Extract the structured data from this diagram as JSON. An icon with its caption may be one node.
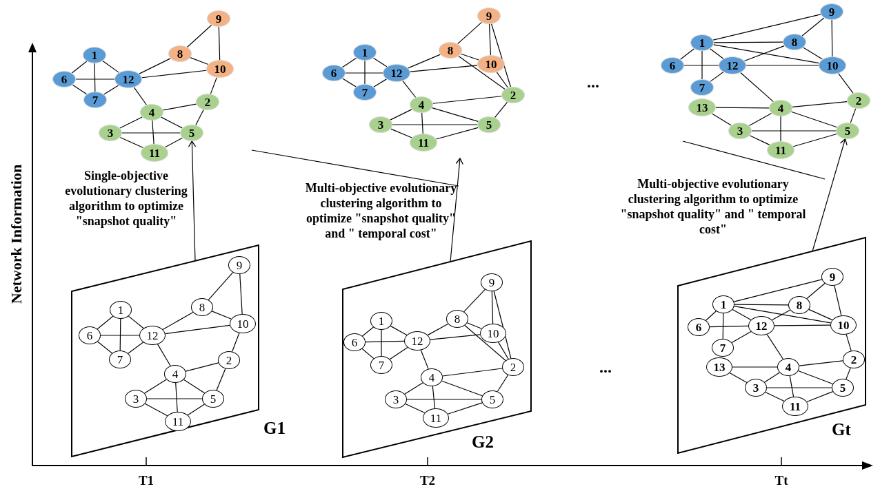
{
  "diagram": {
    "nodes": [
      {
        "text": [
          "1"
        ]
      },
      {
        "text": [
          "2"
        ]
      },
      {
        "text": [
          "3"
        ]
      },
      {
        "text": [
          "4"
        ]
      },
      {
        "text": [
          "5"
        ]
      },
      {
        "text": [
          "6"
        ]
      },
      {
        "text": [
          "7"
        ]
      },
      {
        "text": [
          "8"
        ]
      },
      {
        "text": [
          "9"
        ]
      },
      {
        "text": [
          "10"
        ]
      },
      {
        "text": [
          "11"
        ]
      },
      {
        "text": [
          "12"
        ]
      },
      {
        "text": [
          "1"
        ]
      },
      {
        "text": [
          "2"
        ]
      },
      {
        "text": [
          "3"
        ]
      },
      {
        "text": [
          "4"
        ]
      },
      {
        "text": [
          "5"
        ]
      },
      {
        "text": [
          "6"
        ]
      },
      {
        "text": [
          "7"
        ]
      },
      {
        "text": [
          "8"
        ]
      },
      {
        "text": [
          "9"
        ]
      },
      {
        "text": [
          "10"
        ]
      },
      {
        "text": [
          "11"
        ]
      },
      {
        "text": [
          "12"
        ]
      },
      {
        "text": [
          "1"
        ]
      },
      {
        "text": [
          "2"
        ]
      },
      {
        "text": [
          "3"
        ]
      },
      {
        "text": [
          "4"
        ]
      },
      {
        "text": [
          "5"
        ]
      },
      {
        "text": [
          "6"
        ]
      },
      {
        "text": [
          "7"
        ]
      },
      {
        "text": [
          "8"
        ]
      },
      {
        "text": [
          "9"
        ]
      },
      {
        "text": [
          "10"
        ]
      },
      {
        "text": [
          "11"
        ]
      },
      {
        "text": [
          "12"
        ]
      },
      {
        "text": [
          "13"
        ]
      },
      {
        "text": [
          "G1"
        ]
      },
      {
        "text": [
          "1"
        ],
        "in": 37
      },
      {
        "text": [
          "2"
        ],
        "in": 37
      },
      {
        "text": [
          "3"
        ],
        "in": 37
      },
      {
        "text": [
          "4"
        ],
        "in": 37
      },
      {
        "text": [
          "5"
        ],
        "in": 37
      },
      {
        "text": [
          "6"
        ],
        "in": 37
      },
      {
        "text": [
          "7"
        ],
        "in": 37
      },
      {
        "text": [
          "8"
        ],
        "in": 37
      },
      {
        "text": [
          "9"
        ],
        "in": 37
      },
      {
        "text": [
          "10"
        ],
        "in": 37
      },
      {
        "text": [
          "11"
        ],
        "in": 37
      },
      {
        "text": [
          "12"
        ],
        "in": 37
      },
      {
        "text": [
          "G2"
        ]
      },
      {
        "text": [
          "1"
        ],
        "in": 50
      },
      {
        "text": [
          "2"
        ],
        "in": 50
      },
      {
        "text": [
          "3"
        ],
        "in": 50
      },
      {
        "text": [
          "4"
        ],
        "in": 50
      },
      {
        "text": [
          "5"
        ],
        "in": 50
      },
      {
        "text": [
          "6"
        ],
        "in": 50
      },
      {
        "text": [
          "7"
        ],
        "in": 50
      },
      {
        "text": [
          "8"
        ],
        "in": 50
      },
      {
        "text": [
          "9"
        ],
        "in": 50
      },
      {
        "text": [
          "10"
        ],
        "in": 50
      },
      {
        "text": [
          "11"
        ],
        "in": 50
      },
      {
        "text": [
          "12"
        ],
        "in": 50
      },
      {
        "text": [
          "Gt"
        ]
      },
      {
        "text": [
          "1"
        ],
        "in": 63
      },
      {
        "text": [
          "2"
        ],
        "in": 63
      },
      {
        "text": [
          "3"
        ],
        "in": 63
      },
      {
        "text": [
          "4"
        ],
        "in": 63
      },
      {
        "text": [
          "5"
        ],
        "in": 63
      },
      {
        "text": [
          "6"
        ],
        "in": 63
      },
      {
        "text": [
          "7"
        ],
        "in": 63
      },
      {
        "text": [
          "8"
        ],
        "in": 63
      },
      {
        "text": [
          "9"
        ],
        "in": 63
      },
      {
        "text": [
          "10"
        ],
        "in": 63
      },
      {
        "text": [
          "11"
        ],
        "in": 63
      },
      {
        "text": [
          "12"
        ],
        "in": 63
      },
      {
        "text": [
          "13"
        ],
        "in": 63
      }
    ],
    "edges": [
      {
        "from": 0,
        "to": 5,
        "arrow": "none"
      },
      {
        "from": 0,
        "to": 6,
        "arrow": "none"
      },
      {
        "from": 0,
        "to": 11,
        "arrow": "none"
      },
      {
        "from": 5,
        "to": 6,
        "arrow": "none"
      },
      {
        "from": 5,
        "to": 11,
        "arrow": "none"
      },
      {
        "from": 6,
        "to": 11,
        "arrow": "none"
      },
      {
        "from": 11,
        "to": 7,
        "arrow": "none"
      },
      {
        "from": 11,
        "to": 9,
        "arrow": "none"
      },
      {
        "from": 11,
        "to": 3,
        "arrow": "none"
      },
      {
        "from": 7,
        "to": 8,
        "arrow": "none"
      },
      {
        "from": 7,
        "to": 9,
        "arrow": "none"
      },
      {
        "from": 8,
        "to": 9,
        "arrow": "none"
      },
      {
        "from": 9,
        "to": 1,
        "arrow": "none"
      },
      {
        "from": 1,
        "to": 3,
        "arrow": "none"
      },
      {
        "from": 1,
        "to": 4,
        "arrow": "none"
      },
      {
        "from": 3,
        "to": 2,
        "arrow": "none"
      },
      {
        "from": 3,
        "to": 4,
        "arrow": "none"
      },
      {
        "from": 3,
        "to": 10,
        "arrow": "none"
      },
      {
        "from": 2,
        "to": 4,
        "arrow": "none"
      },
      {
        "from": 2,
        "to": 10,
        "arrow": "none"
      },
      {
        "from": 4,
        "to": 10,
        "arrow": "none"
      },
      {
        "from": 12,
        "to": 17,
        "arrow": "none"
      },
      {
        "from": 12,
        "to": 18,
        "arrow": "none"
      },
      {
        "from": 12,
        "to": 23,
        "arrow": "none"
      },
      {
        "from": 17,
        "to": 18,
        "arrow": "none"
      },
      {
        "from": 17,
        "to": 23,
        "arrow": "none"
      },
      {
        "from": 18,
        "to": 23,
        "arrow": "none"
      },
      {
        "from": 23,
        "to": 19,
        "arrow": "none"
      },
      {
        "from": 23,
        "to": 21,
        "arrow": "none"
      },
      {
        "from": 23,
        "to": 15,
        "arrow": "none"
      },
      {
        "from": 19,
        "to": 20,
        "arrow": "none"
      },
      {
        "from": 19,
        "to": 21,
        "arrow": "none"
      },
      {
        "from": 20,
        "to": 21,
        "arrow": "none"
      },
      {
        "from": 19,
        "to": 13,
        "arrow": "none"
      },
      {
        "from": 21,
        "to": 13,
        "arrow": "none"
      },
      {
        "from": 20,
        "to": 13,
        "arrow": "none"
      },
      {
        "from": 13,
        "to": 15,
        "arrow": "none"
      },
      {
        "from": 13,
        "to": 16,
        "arrow": "none"
      },
      {
        "from": 15,
        "to": 14,
        "arrow": "none"
      },
      {
        "from": 15,
        "to": 16,
        "arrow": "none"
      },
      {
        "from": 15,
        "to": 22,
        "arrow": "none"
      },
      {
        "from": 14,
        "to": 16,
        "arrow": "none"
      },
      {
        "from": 14,
        "to": 22,
        "arrow": "none"
      },
      {
        "from": 16,
        "to": 22,
        "arrow": "none"
      },
      {
        "from": 24,
        "to": 32,
        "arrow": "none"
      },
      {
        "from": 24,
        "to": 31,
        "arrow": "none"
      },
      {
        "from": 24,
        "to": 33,
        "arrow": "none"
      },
      {
        "from": 24,
        "to": 35,
        "arrow": "none"
      },
      {
        "from": 24,
        "to": 29,
        "arrow": "none"
      },
      {
        "from": 24,
        "to": 30,
        "arrow": "none"
      },
      {
        "from": 29,
        "to": 35,
        "arrow": "none"
      },
      {
        "from": 30,
        "to": 35,
        "arrow": "none"
      },
      {
        "from": 31,
        "to": 32,
        "arrow": "none"
      },
      {
        "from": 31,
        "to": 35,
        "arrow": "none"
      },
      {
        "from": 31,
        "to": 33,
        "arrow": "none"
      },
      {
        "from": 32,
        "to": 33,
        "arrow": "none"
      },
      {
        "from": 35,
        "to": 33,
        "arrow": "none"
      },
      {
        "from": 35,
        "to": 27,
        "arrow": "none"
      },
      {
        "from": 33,
        "to": 25,
        "arrow": "none"
      },
      {
        "from": 25,
        "to": 27,
        "arrow": "none"
      },
      {
        "from": 25,
        "to": 28,
        "arrow": "none"
      },
      {
        "from": 36,
        "to": 27,
        "arrow": "none"
      },
      {
        "from": 36,
        "to": 26,
        "arrow": "none"
      },
      {
        "from": 27,
        "to": 26,
        "arrow": "none"
      },
      {
        "from": 27,
        "to": 28,
        "arrow": "none"
      },
      {
        "from": 27,
        "to": 34,
        "arrow": "none"
      },
      {
        "from": 26,
        "to": 28,
        "arrow": "none"
      },
      {
        "from": 26,
        "to": 34,
        "arrow": "none"
      },
      {
        "from": 28,
        "to": 34,
        "arrow": "none"
      },
      {
        "from": 37,
        "to": 4,
        "arrow": "to"
      },
      {
        "from": 38,
        "to": 43,
        "arrow": "none"
      },
      {
        "from": 38,
        "to": 44,
        "arrow": "none"
      },
      {
        "from": 38,
        "to": 49,
        "arrow": "none"
      },
      {
        "from": 43,
        "to": 44,
        "arrow": "none"
      },
      {
        "from": 43,
        "to": 49,
        "arrow": "none"
      },
      {
        "from": 44,
        "to": 49,
        "arrow": "none"
      },
      {
        "from": 49,
        "to": 45,
        "arrow": "none"
      },
      {
        "from": 49,
        "to": 47,
        "arrow": "none"
      },
      {
        "from": 49,
        "to": 41,
        "arrow": "none"
      },
      {
        "from": 45,
        "to": 46,
        "arrow": "none"
      },
      {
        "from": 45,
        "to": 47,
        "arrow": "none"
      },
      {
        "from": 46,
        "to": 47,
        "arrow": "none"
      },
      {
        "from": 47,
        "to": 39,
        "arrow": "none"
      },
      {
        "from": 39,
        "to": 41,
        "arrow": "none"
      },
      {
        "from": 39,
        "to": 42,
        "arrow": "none"
      },
      {
        "from": 41,
        "to": 40,
        "arrow": "none"
      },
      {
        "from": 41,
        "to": 42,
        "arrow": "none"
      },
      {
        "from": 41,
        "to": 48,
        "arrow": "none"
      },
      {
        "from": 40,
        "to": 42,
        "arrow": "none"
      },
      {
        "from": 40,
        "to": 48,
        "arrow": "none"
      },
      {
        "from": 42,
        "to": 48,
        "arrow": "none"
      },
      {
        "from": 50,
        "to": null,
        "arrow": "to"
      },
      {
        "from": 51,
        "to": 56,
        "arrow": "none"
      },
      {
        "from": 51,
        "to": 57,
        "arrow": "none"
      },
      {
        "from": 51,
        "to": 62,
        "arrow": "none"
      },
      {
        "from": 56,
        "to": 57,
        "arrow": "none"
      },
      {
        "from": 56,
        "to": 62,
        "arrow": "none"
      },
      {
        "from": 57,
        "to": 62,
        "arrow": "none"
      },
      {
        "from": 62,
        "to": 58,
        "arrow": "none"
      },
      {
        "from": 62,
        "to": 60,
        "arrow": "none"
      },
      {
        "from": 62,
        "to": 54,
        "arrow": "none"
      },
      {
        "from": 58,
        "to": 59,
        "arrow": "none"
      },
      {
        "from": 58,
        "to": 60,
        "arrow": "none"
      },
      {
        "from": 59,
        "to": 60,
        "arrow": "none"
      },
      {
        "from": 58,
        "to": 52,
        "arrow": "none"
      },
      {
        "from": 60,
        "to": 52,
        "arrow": "none"
      },
      {
        "from": 59,
        "to": 52,
        "arrow": "none"
      },
      {
        "from": 52,
        "to": 54,
        "arrow": "none"
      },
      {
        "from": 52,
        "to": 55,
        "arrow": "none"
      },
      {
        "from": 54,
        "to": 53,
        "arrow": "none"
      },
      {
        "from": 54,
        "to": 55,
        "arrow": "none"
      },
      {
        "from": 54,
        "to": 61,
        "arrow": "none"
      },
      {
        "from": 53,
        "to": 55,
        "arrow": "none"
      },
      {
        "from": 53,
        "to": 61,
        "arrow": "none"
      },
      {
        "from": 55,
        "to": 61,
        "arrow": "none"
      },
      {
        "from": 63,
        "to": 28,
        "arrow": "to"
      },
      {
        "from": 64,
        "to": 72,
        "arrow": "none"
      },
      {
        "from": 64,
        "to": 71,
        "arrow": "none"
      },
      {
        "from": 64,
        "to": 73,
        "arrow": "none"
      },
      {
        "from": 64,
        "to": 75,
        "arrow": "none"
      },
      {
        "from": 64,
        "to": 69,
        "arrow": "none"
      },
      {
        "from": 64,
        "to": 70,
        "arrow": "none"
      },
      {
        "from": 69,
        "to": 75,
        "arrow": "none"
      },
      {
        "from": 70,
        "to": 75,
        "arrow": "none"
      },
      {
        "from": 71,
        "to": 72,
        "arrow": "none"
      },
      {
        "from": 71,
        "to": 75,
        "arrow": "none"
      },
      {
        "from": 71,
        "to": 73,
        "arrow": "none"
      },
      {
        "from": 72,
        "to": 73,
        "arrow": "none"
      },
      {
        "from": 75,
        "to": 73,
        "arrow": "none"
      },
      {
        "from": 75,
        "to": 67,
        "arrow": "none"
      },
      {
        "from": 73,
        "to": 65,
        "arrow": "none"
      },
      {
        "from": 65,
        "to": 67,
        "arrow": "none"
      },
      {
        "from": 65,
        "to": 68,
        "arrow": "none"
      },
      {
        "from": 76,
        "to": 67,
        "arrow": "none"
      },
      {
        "from": 76,
        "to": 66,
        "arrow": "none"
      },
      {
        "from": 67,
        "to": 66,
        "arrow": "none"
      },
      {
        "from": 67,
        "to": 68,
        "arrow": "none"
      },
      {
        "from": 67,
        "to": 74,
        "arrow": "none"
      },
      {
        "from": 66,
        "to": 68,
        "arrow": "none"
      },
      {
        "from": 66,
        "to": 74,
        "arrow": "none"
      },
      {
        "from": 68,
        "to": 74,
        "arrow": "none"
      }
    ],
    "labels": [
      "...",
      "Single-objective evolutionary clustering algorithm to optimize \"snapshot quality\"",
      "Multi-objective evolutionary clustering algorithm to optimize \"snapshot quality\" and \" temporal cost\"",
      "Multi-objective evolutionary clustering algorithm to optimize \"snapshot quality\" and \" temporal cost\"",
      "Network Information",
      "...",
      "T1",
      "T2",
      "Tt"
    ]
  }
}
